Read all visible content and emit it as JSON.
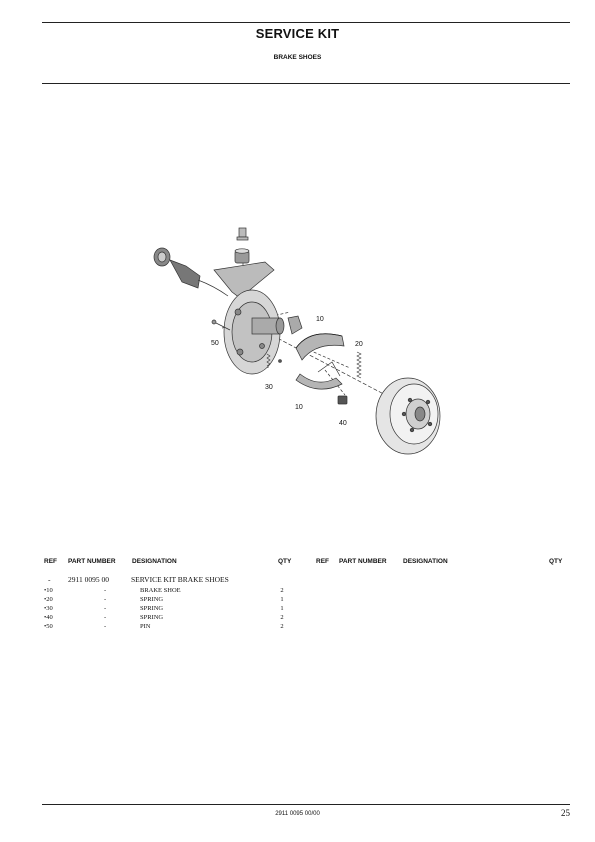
{
  "header": {
    "title": "SERVICE KIT",
    "subtitle": "BRAKE SHOES"
  },
  "figure": {
    "callouts": [
      "10",
      "50",
      "20",
      "30",
      "10",
      "40"
    ]
  },
  "table": {
    "headers": {
      "ref": "REF",
      "part_number": "PART NUMBER",
      "designation": "DESIGNATION",
      "qty": "QTY"
    },
    "rows": [
      {
        "ref": "-",
        "part": "2911 0095 00",
        "designation": "SERVICE KIT BRAKE SHOES",
        "qty": ""
      },
      {
        "ref": "•10",
        "part": "-",
        "designation": "BRAKE SHOE",
        "qty": "2"
      },
      {
        "ref": "•20",
        "part": "-",
        "designation": "SPRING",
        "qty": "1"
      },
      {
        "ref": "•30",
        "part": "-",
        "designation": "SPRING",
        "qty": "1"
      },
      {
        "ref": "•40",
        "part": "-",
        "designation": "SPRING",
        "qty": "2"
      },
      {
        "ref": "•50",
        "part": "-",
        "designation": "PIN",
        "qty": "2"
      }
    ]
  },
  "footer": {
    "code": "2911 0095 00/00",
    "page": "25"
  }
}
